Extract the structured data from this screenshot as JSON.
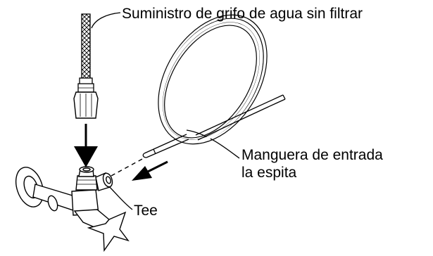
{
  "diagram": {
    "labels": {
      "supply": "Suministro de grifo de agua sin filtrar",
      "hose_line1": "Manguera de entrada",
      "hose_line2": "la espita",
      "tee": "Tee"
    }
  }
}
